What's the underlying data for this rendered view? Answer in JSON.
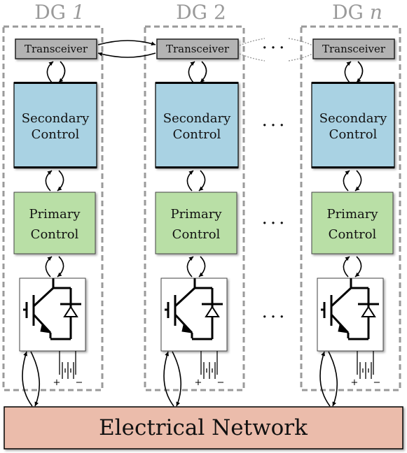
{
  "units": [
    {
      "title_prefix": "DG ",
      "title_index": "1",
      "transceiver_label": "Transceiver",
      "secondary_line1": "Secondary",
      "secondary_line2": "Control",
      "primary_line1": "Primary",
      "primary_line2": "Control"
    },
    {
      "title_prefix": "DG ",
      "title_index": "2",
      "transceiver_label": "Transceiver",
      "secondary_line1": "Secondary",
      "secondary_line2": "Control",
      "primary_line1": "Primary",
      "primary_line2": "Control"
    },
    {
      "title_prefix": "DG ",
      "title_index": "n",
      "transceiver_label": "Transceiver",
      "secondary_line1": "Secondary",
      "secondary_line2": "Control",
      "primary_line1": "Primary",
      "primary_line2": "Control"
    }
  ],
  "ellipsis": "···",
  "battery_plus": "+",
  "battery_minus": "−",
  "network_label": "Electrical Network",
  "colors": {
    "dashed_border": "#9a9a9a",
    "transceiver_fill": "#b3b3b3",
    "secondary_fill": "#a9d2e3",
    "primary_fill": "#b9dfa6",
    "network_fill": "#ebbcab",
    "inverter_fill": "#ffffff"
  }
}
